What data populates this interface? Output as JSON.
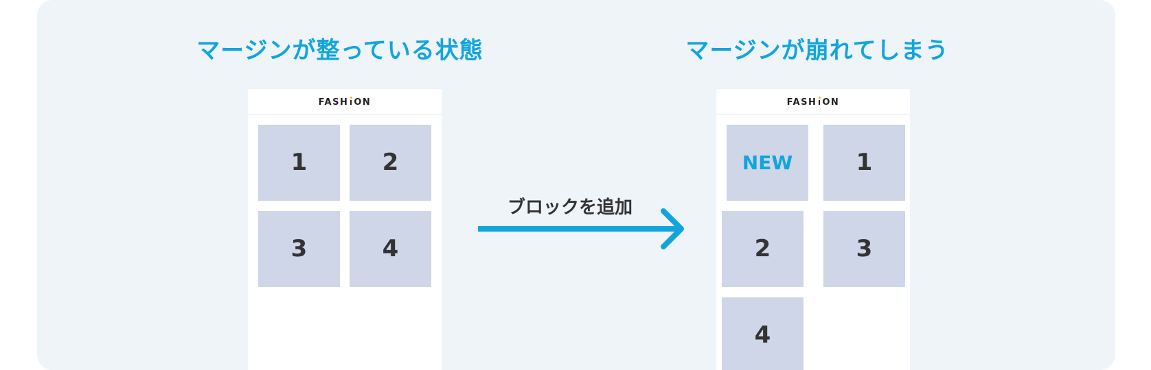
{
  "headings": {
    "left": "マージンが整っている状態",
    "right": "マージンが崩れてしまう"
  },
  "logo": {
    "before": "FASH",
    "after": "ON",
    "dot_color": "#e5b800"
  },
  "arrow": {
    "label": "ブロックを追加",
    "color": "#12a5dd"
  },
  "left_tiles": [
    "1",
    "2",
    "3",
    "4"
  ],
  "right_tiles": [
    "NEW",
    "1",
    "2",
    "3",
    "4"
  ],
  "colors": {
    "accent": "#12a5dd",
    "panel_bg": "#eff4f8",
    "tile_bg": "#cfd6e8",
    "tile_text": "#333333"
  }
}
